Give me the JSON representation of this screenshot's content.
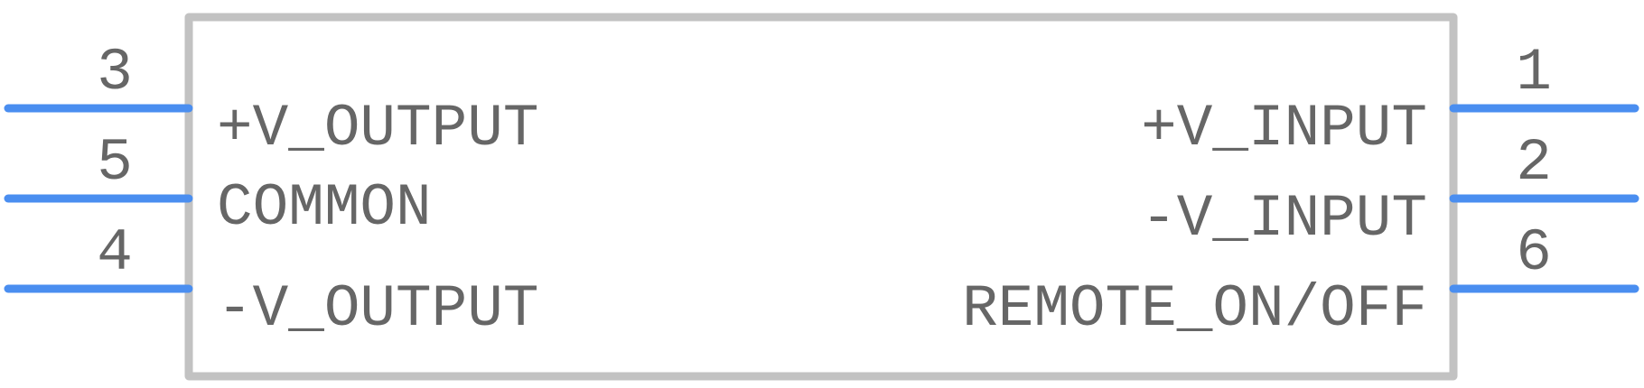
{
  "component": {
    "left_pins": [
      {
        "number": "3",
        "label": "+V_OUTPUT"
      },
      {
        "number": "5",
        "label": "COMMON"
      },
      {
        "number": "4",
        "label": "-V_OUTPUT"
      }
    ],
    "right_pins": [
      {
        "number": "1",
        "label": "+V_INPUT"
      },
      {
        "number": "2",
        "label": "-V_INPUT"
      },
      {
        "number": "6",
        "label": "REMOTE_ON/OFF"
      }
    ]
  },
  "colors": {
    "pin": "#4a8ef0",
    "body": "#c2c2c2",
    "text": "#666666"
  }
}
